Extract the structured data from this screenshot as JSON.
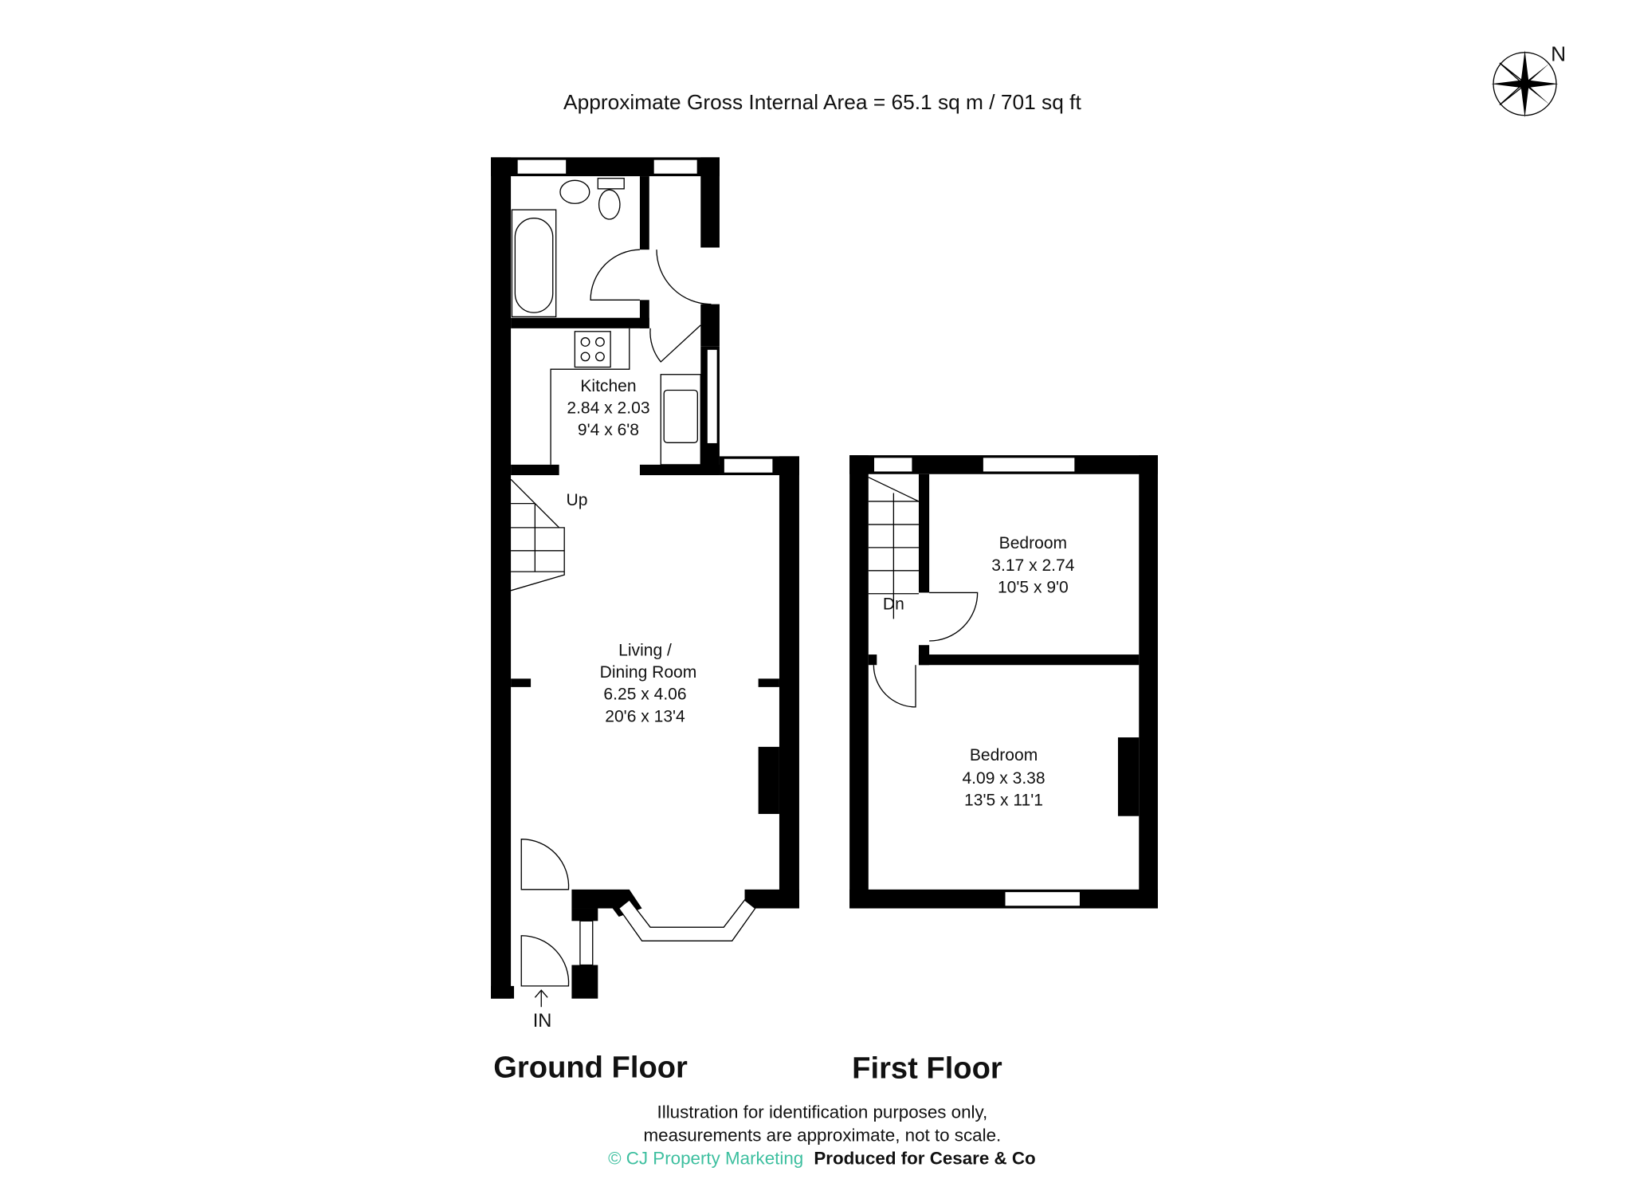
{
  "header": {
    "area": "Approximate Gross Internal Area = 65.1 sq m / 701 sq ft",
    "compass": "N"
  },
  "ground_floor": {
    "title": "Ground Floor",
    "entrance": "IN",
    "stairs": "Up",
    "kitchen": {
      "name": "Kitchen",
      "metric": "2.84 x 2.03",
      "imperial": "9'4 x 6'8"
    },
    "living": {
      "name_line1": "Living /",
      "name_line2": "Dining Room",
      "metric": "6.25 x 4.06",
      "imperial": "20'6 x 13'4"
    }
  },
  "first_floor": {
    "title": "First Floor",
    "stairs": "Dn",
    "bedroom1": {
      "name": "Bedroom",
      "metric": "3.17 x 2.74",
      "imperial": "10'5 x 9'0"
    },
    "bedroom2": {
      "name": "Bedroom",
      "metric": "4.09 x 3.38",
      "imperial": "13'5 x 11'1"
    }
  },
  "footer": {
    "disclaimer1": "Illustration for identification purposes only,",
    "disclaimer2": "measurements are approximate, not to scale.",
    "copyright": "© CJ Property Marketing",
    "produced": "Produced for Cesare & Co",
    "copyright_color": "#3dbf9f"
  }
}
